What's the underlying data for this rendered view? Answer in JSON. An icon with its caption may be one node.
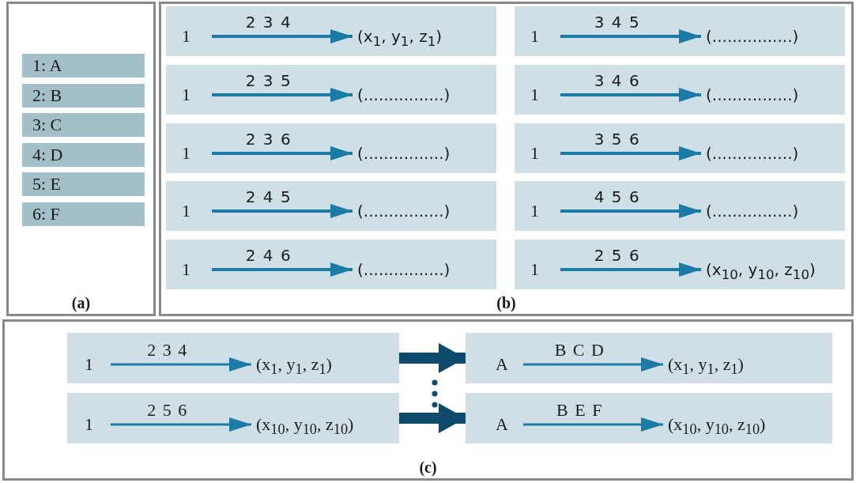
{
  "diagram": {
    "nodes": [
      {
        "text": [
          "(a)"
        ]
      },
      {
        "text": [
          "1: A"
        ],
        "in": 0
      },
      {
        "text": [
          "2: B"
        ],
        "in": 0
      },
      {
        "text": [
          "3: C"
        ],
        "in": 0
      },
      {
        "text": [
          "4: D"
        ],
        "in": 0
      },
      {
        "text": [
          "5: E"
        ],
        "in": 0
      },
      {
        "text": [
          "6: F"
        ],
        "in": 0
      },
      {
        "text": [
          "(b)"
        ]
      },
      {
        "text": [],
        "shape": "box",
        "in": 7
      },
      {
        "text": [
          "1"
        ],
        "in": 8
      },
      {
        "text": [
          "(x$_{1}$, y$_{1}$, z$_{1}$)"
        ],
        "in": 8
      },
      {
        "text": [],
        "shape": "box",
        "in": 7
      },
      {
        "text": [
          "1"
        ],
        "in": 11
      },
      {
        "text": [
          "(................)"
        ],
        "in": 11
      },
      {
        "text": [],
        "shape": "box",
        "in": 7
      },
      {
        "text": [
          "1"
        ],
        "in": 14
      },
      {
        "text": [
          "(................)"
        ],
        "in": 14
      },
      {
        "text": [],
        "shape": "box",
        "in": 7
      },
      {
        "text": [
          "1"
        ],
        "in": 17
      },
      {
        "text": [
          "(................)"
        ],
        "in": 17
      },
      {
        "text": [],
        "shape": "box",
        "in": 7
      },
      {
        "text": [
          "1"
        ],
        "in": 20
      },
      {
        "text": [
          "(................)"
        ],
        "in": 20
      },
      {
        "text": [],
        "shape": "box",
        "in": 7
      },
      {
        "text": [
          "1"
        ],
        "in": 23
      },
      {
        "text": [
          "(................)"
        ],
        "in": 23
      },
      {
        "text": [],
        "shape": "box",
        "in": 7
      },
      {
        "text": [
          "1"
        ],
        "in": 26
      },
      {
        "text": [
          "(................)"
        ],
        "in": 26
      },
      {
        "text": [],
        "shape": "box",
        "in": 7
      },
      {
        "text": [
          "1"
        ],
        "in": 29
      },
      {
        "text": [
          "(................)"
        ],
        "in": 29
      },
      {
        "text": [],
        "shape": "box",
        "in": 7
      },
      {
        "text": [
          "1"
        ],
        "in": 32
      },
      {
        "text": [
          "(................)"
        ],
        "in": 32
      },
      {
        "text": [],
        "shape": "box",
        "in": 7
      },
      {
        "text": [
          "1"
        ],
        "in": 35
      },
      {
        "text": [
          "(x$_{10}$, y$_{10}$, z$_{10}$)"
        ],
        "in": 35
      },
      {
        "text": [
          "(c)"
        ]
      },
      {
        "text": [],
        "shape": "box",
        "in": 38
      },
      {
        "text": [
          "1"
        ],
        "in": 39
      },
      {
        "text": [
          "(x$_{1}$, y$_{1}$, z$_{1}$)"
        ],
        "in": 39
      },
      {
        "text": [],
        "shape": "box",
        "in": 38
      },
      {
        "text": [
          "1"
        ],
        "in": 42
      },
      {
        "text": [
          "(x$_{10}$, y$_{10}$, z$_{10}$)"
        ],
        "in": 42
      },
      {
        "text": [],
        "shape": "box",
        "in": 38
      },
      {
        "text": [
          "A"
        ],
        "in": 45
      },
      {
        "text": [
          "(x$_{1}$, y$_{1}$, z$_{1}$)"
        ],
        "in": 45
      },
      {
        "text": [],
        "shape": "box",
        "in": 38
      },
      {
        "text": [
          "A"
        ],
        "in": 48
      },
      {
        "text": [
          "(x$_{10}$, y$_{10}$, z$_{10}$)"
        ],
        "in": 48
      }
    ],
    "edges": [
      {
        "from": 9,
        "to": 10,
        "arrow": "to",
        "label": "2 3 4"
      },
      {
        "from": 12,
        "to": 13,
        "arrow": "to",
        "label": "2 3 5"
      },
      {
        "from": 15,
        "to": 16,
        "arrow": "to",
        "label": "2 3 6"
      },
      {
        "from": 18,
        "to": 19,
        "arrow": "to",
        "label": "2 4 5"
      },
      {
        "from": 21,
        "to": 22,
        "arrow": "to",
        "label": "2 4 6"
      },
      {
        "from": 24,
        "to": 25,
        "arrow": "to",
        "label": "3 4 5"
      },
      {
        "from": 27,
        "to": 28,
        "arrow": "to",
        "label": "3 4 6"
      },
      {
        "from": 30,
        "to": 31,
        "arrow": "to",
        "label": "3 5 6"
      },
      {
        "from": 33,
        "to": 34,
        "arrow": "to",
        "label": "4 5 6"
      },
      {
        "from": 36,
        "to": 37,
        "arrow": "to",
        "label": "2 5 6"
      },
      {
        "from": 40,
        "to": 41,
        "arrow": "to",
        "label": "2 3 4"
      },
      {
        "from": 43,
        "to": 44,
        "arrow": "to",
        "label": "2 5 6"
      },
      {
        "from": 46,
        "to": 47,
        "arrow": "to",
        "label": "B C D"
      },
      {
        "from": 49,
        "to": 50,
        "arrow": "to",
        "label": "B E F"
      },
      {
        "from": 39,
        "to": 45,
        "arrow": "to",
        "style": "thick",
        "color": "#0d4a6b"
      },
      {
        "from": 42,
        "to": 48,
        "arrow": "to",
        "style": "thick",
        "color": "#0d4a6b"
      }
    ]
  }
}
